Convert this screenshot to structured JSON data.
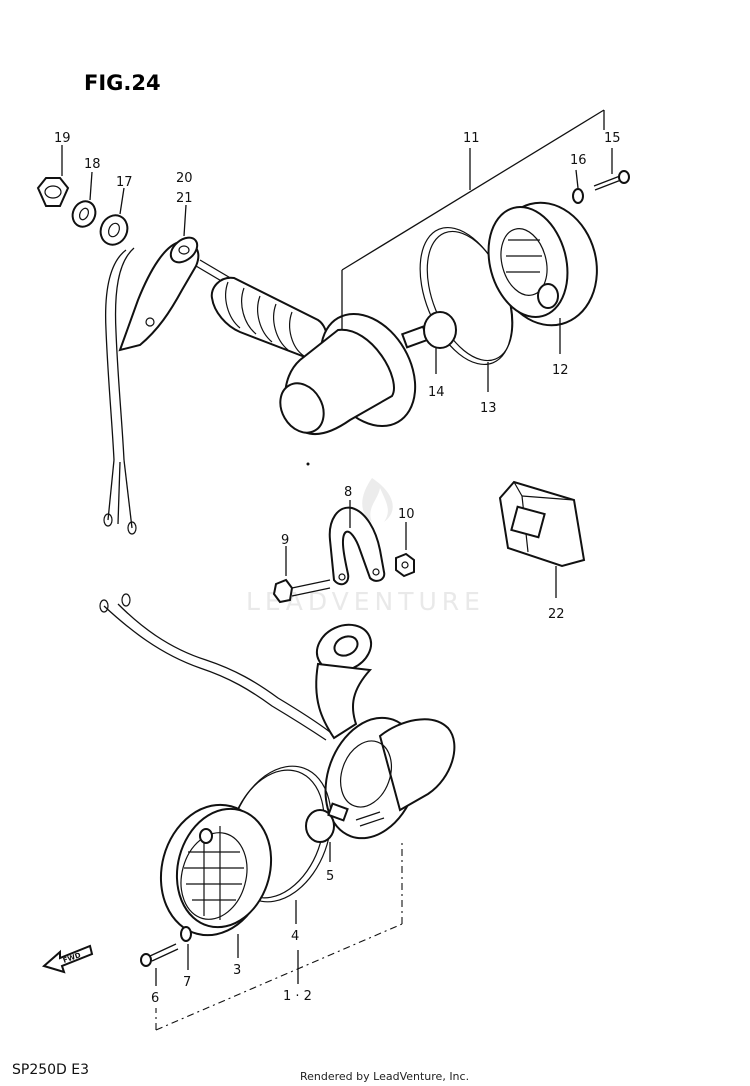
{
  "figure_title": "FIG.24",
  "model_code": "SP250D  E3",
  "watermark": "LEADVENTURE",
  "credit": "Rendered by LeadVenture, Inc.",
  "fwd_arrow_label": "FWD",
  "callouts": {
    "p1_2": "1 · 2",
    "p3": "3",
    "p4": "4",
    "p5": "5",
    "p6": "6",
    "p7": "7",
    "p8": "8",
    "p9": "9",
    "p10": "10",
    "p11": "11",
    "p12": "12",
    "p13": "13",
    "p14": "14",
    "p15": "15",
    "p16": "16",
    "p17": "17",
    "p18": "18",
    "p19": "19",
    "p20": "20",
    "p21": "21",
    "p22": "22"
  }
}
